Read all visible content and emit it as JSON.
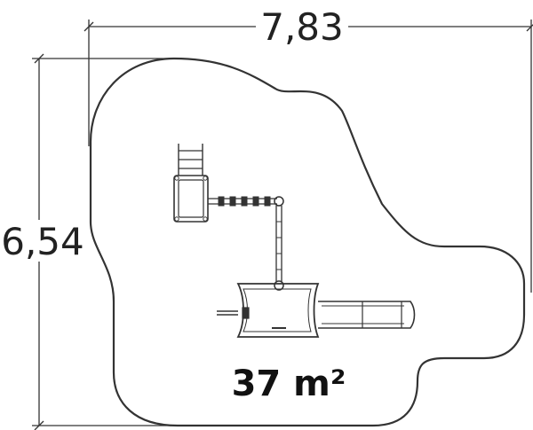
{
  "dimensions": {
    "width_label": "7,83",
    "height_label": "6,54"
  },
  "area_label": "37 m²"
}
